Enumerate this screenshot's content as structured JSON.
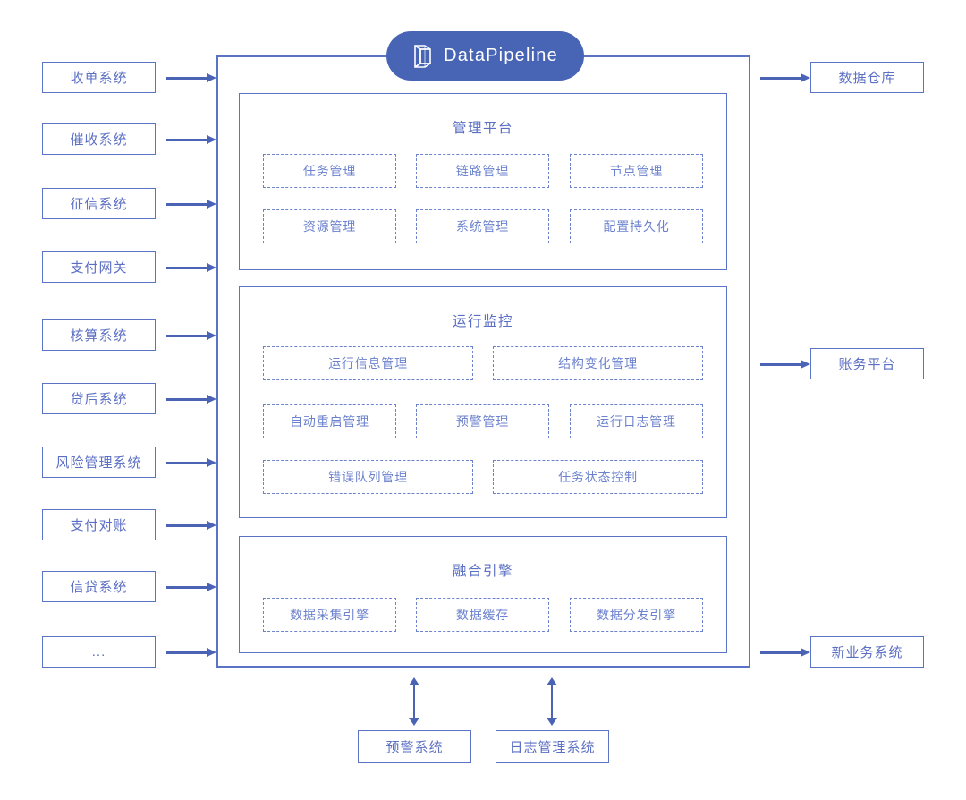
{
  "logo": {
    "text": "DataPipeline",
    "icon": "datapipeline-logo-icon",
    "color": "#4865B5"
  },
  "colors": {
    "border": "#5B73C4",
    "text": "#5B6FC4",
    "dashed": "#6C82CE",
    "arrow": "#4A63B5",
    "logo_bg": "#4865B5"
  },
  "sources": [
    {
      "label": "收单系统"
    },
    {
      "label": "催收系统"
    },
    {
      "label": "征信系统"
    },
    {
      "label": "支付网关"
    },
    {
      "label": "核算系统"
    },
    {
      "label": "贷后系统"
    },
    {
      "label": "风险管理系统"
    },
    {
      "label": "支付对账"
    },
    {
      "label": "信贷系统"
    },
    {
      "label": "..."
    }
  ],
  "targets": [
    {
      "label": "数据仓库"
    },
    {
      "label": "账务平台"
    },
    {
      "label": "新业务系统"
    }
  ],
  "bottom_systems": [
    {
      "label": "预警系统"
    },
    {
      "label": "日志管理系统"
    }
  ],
  "sections": [
    {
      "title": "管理平台",
      "items": [
        "任务管理",
        "链路管理",
        "节点管理",
        "资源管理",
        "系统管理",
        "配置持久化"
      ]
    },
    {
      "title": "运行监控",
      "items": [
        "运行信息管理",
        "结构变化管理",
        "自动重启管理",
        "预警管理",
        "运行日志管理",
        "错误队列管理",
        "任务状态控制"
      ]
    },
    {
      "title": "融合引擎",
      "items": [
        "数据采集引擎",
        "数据缓存",
        "数据分发引擎"
      ]
    }
  ]
}
